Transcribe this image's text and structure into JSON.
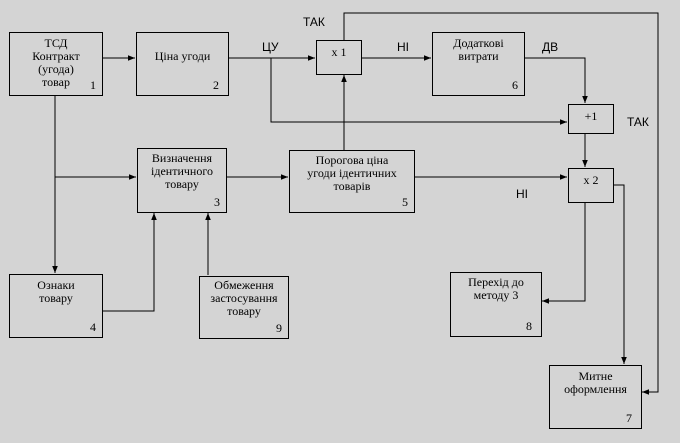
{
  "boxes": {
    "b1": {
      "text": "ТСД\nКонтракт\n(угода)\nтовар",
      "num": "1"
    },
    "b2": {
      "text": "Ціна угоди",
      "num": "2"
    },
    "b3": {
      "text": "Визначення\nідентичного\nтовару",
      "num": "3"
    },
    "b4": {
      "text": "Ознаки\nтовару",
      "num": "4"
    },
    "b5": {
      "text": "Порогова ціна\nугоди ідентичних\nтоварів",
      "num": "5"
    },
    "b6": {
      "text": "Додаткові\nвитрати",
      "num": "6"
    },
    "b7": {
      "text": "Митне\nоформлення",
      "num": "7"
    },
    "b8": {
      "text": "Перехід до\nметоду 3",
      "num": "8"
    },
    "b9": {
      "text": "Обмеження\nзастосування\nтовару",
      "num": "9"
    },
    "x1": {
      "text": "x 1"
    },
    "x2": {
      "text": "x 2"
    },
    "p1": {
      "text": "+1"
    }
  },
  "labels": {
    "tsu": "ЦУ",
    "ni1": "НІ",
    "dv": "ДВ",
    "tak_top": "ТАК",
    "tak_right": "ТАК",
    "ni2": "НІ"
  }
}
